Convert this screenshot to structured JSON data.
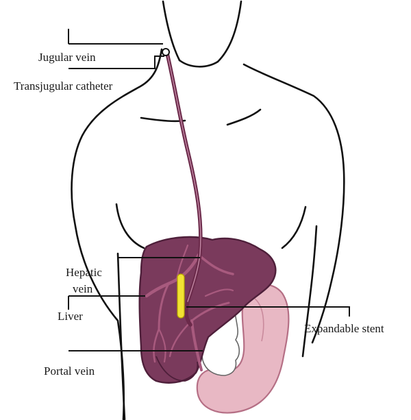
{
  "labels": {
    "jugular_vein": "Jugular vein",
    "transjugular_catheter": "Transjugular catheter",
    "hepatic_vein_line1": "Hepatic",
    "hepatic_vein_line2": "vein",
    "liver": "Liver",
    "expandable_stent": "Expandable stent",
    "portal_vein": "Portal vein"
  },
  "colors": {
    "outline": "#111111",
    "liver": "#7a3a5c",
    "liver_dark": "#4e1f3a",
    "vessel": "#a85a7e",
    "catheter": "#6b2a4a",
    "stomach": "#e8b8c4",
    "stomach_edge": "#b56f85",
    "stent": "#f2e234"
  }
}
